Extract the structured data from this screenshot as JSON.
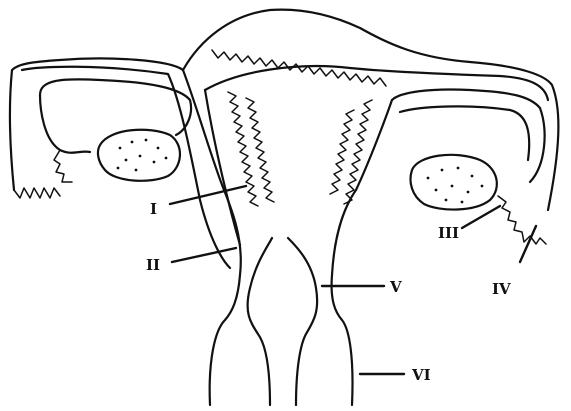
{
  "labels": {
    "l1": "I",
    "l2": "II",
    "l3": "III",
    "l4": "IV",
    "l5": "V",
    "l6": "VI"
  }
}
